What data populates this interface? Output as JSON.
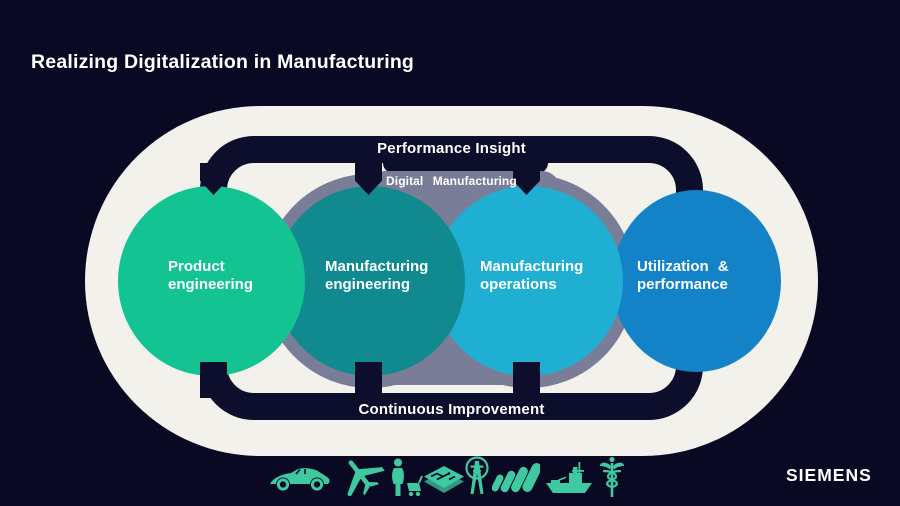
{
  "slide": {
    "title": "Realizing Digitalization in Manufacturing",
    "brand": "SIEMENS"
  },
  "loop": {
    "top_label": "Performance Insight",
    "bottom_label": "Continuous Improvement"
  },
  "panel": {
    "label": "Digital Manufacturing"
  },
  "circles": [
    {
      "name": "product-engineering",
      "lines": [
        "Product",
        "engineering"
      ],
      "color": "#13C392"
    },
    {
      "name": "manufacturing-engineering",
      "lines": [
        "Manufacturing",
        "engineering"
      ],
      "color": "#108A8F"
    },
    {
      "name": "manufacturing-operations",
      "lines": [
        "Manufacturing",
        "operations"
      ],
      "color": "#1FAFD3"
    },
    {
      "name": "utilization-performance",
      "lines": [
        "Utilization &",
        "performance"
      ],
      "color": "#1482C6"
    }
  ],
  "industries": [
    {
      "name": "automotive",
      "icon": "car-icon"
    },
    {
      "name": "aerospace",
      "icon": "airplane-icon"
    },
    {
      "name": "consumer-products",
      "icon": "person-cart-icon"
    },
    {
      "name": "electronics",
      "icon": "circuit-board-icon"
    },
    {
      "name": "energy",
      "icon": "transmission-tower-icon"
    },
    {
      "name": "machinery",
      "icon": "turbine-icon"
    },
    {
      "name": "marine",
      "icon": "ship-icon"
    },
    {
      "name": "healthcare",
      "icon": "caduceus-icon"
    }
  ],
  "colors": {
    "background": "#090923",
    "loop_dark": "#0D0D2C",
    "track_offwhite": "#F2F1EB",
    "panel_gray": "#7A7D97",
    "icon_mint": "#3FC9A0",
    "text_white": "#FFFFFF"
  }
}
